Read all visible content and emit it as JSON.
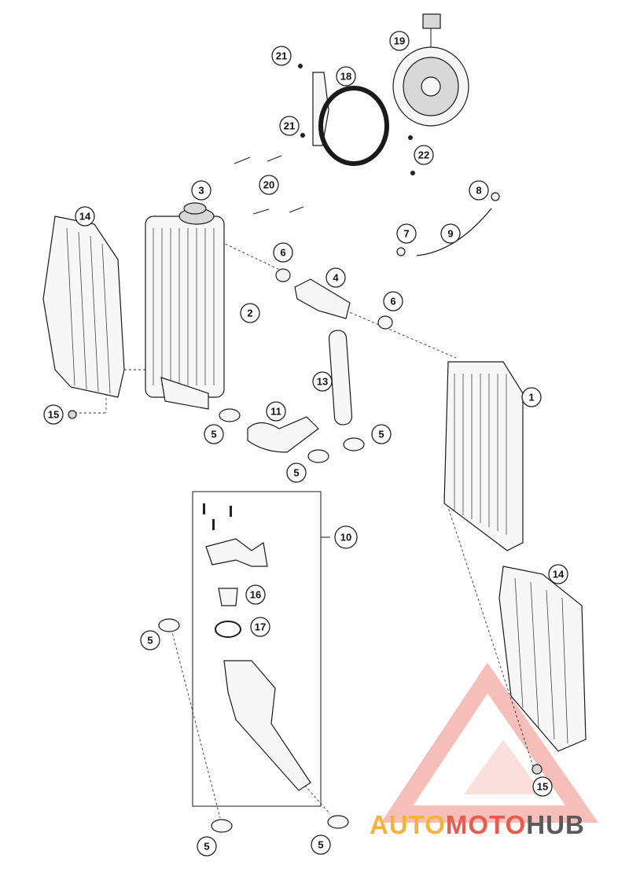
{
  "diagram": {
    "callouts": [
      {
        "id": "c1",
        "label": "1"
      },
      {
        "id": "c2",
        "label": "2"
      },
      {
        "id": "c3",
        "label": "3"
      },
      {
        "id": "c4",
        "label": "4"
      },
      {
        "id": "c5a",
        "label": "5"
      },
      {
        "id": "c5b",
        "label": "5"
      },
      {
        "id": "c5c",
        "label": "5"
      },
      {
        "id": "c5d",
        "label": "5"
      },
      {
        "id": "c5e",
        "label": "5"
      },
      {
        "id": "c5f",
        "label": "5"
      },
      {
        "id": "c6a",
        "label": "6"
      },
      {
        "id": "c6b",
        "label": "6"
      },
      {
        "id": "c7",
        "label": "7"
      },
      {
        "id": "c8",
        "label": "8"
      },
      {
        "id": "c9",
        "label": "9"
      },
      {
        "id": "c10",
        "label": "10"
      },
      {
        "id": "c11",
        "label": "11"
      },
      {
        "id": "c13",
        "label": "13"
      },
      {
        "id": "c14a",
        "label": "14"
      },
      {
        "id": "c14b",
        "label": "14"
      },
      {
        "id": "c15a",
        "label": "15"
      },
      {
        "id": "c15b",
        "label": "15"
      },
      {
        "id": "c16",
        "label": "16"
      },
      {
        "id": "c17",
        "label": "17"
      },
      {
        "id": "c18",
        "label": "18"
      },
      {
        "id": "c19",
        "label": "19"
      },
      {
        "id": "c20",
        "label": "20"
      },
      {
        "id": "c21a",
        "label": "21"
      },
      {
        "id": "c21b",
        "label": "21"
      },
      {
        "id": "c22",
        "label": "22"
      }
    ]
  },
  "watermark": {
    "part1": "AUTO",
    "part2": "MOTO",
    "part3": "HUB",
    "colors": {
      "auto": "#f6b23a",
      "moto": "#ec5a4c",
      "hub": "#5a5a5a",
      "logo": "#f08a80"
    }
  }
}
